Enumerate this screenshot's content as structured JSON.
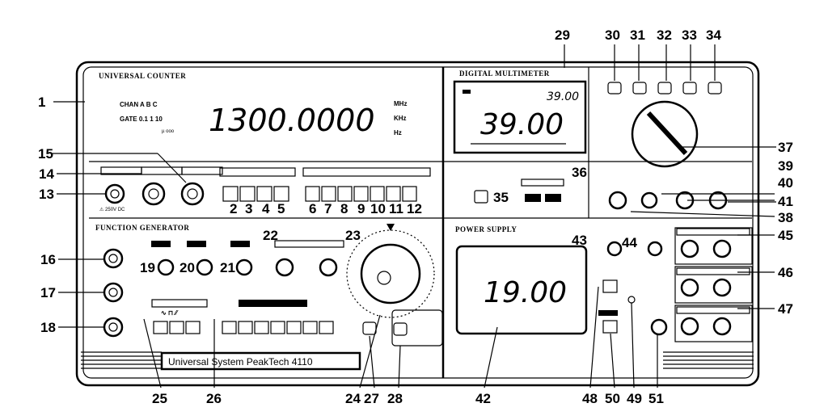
{
  "sections": {
    "counter": "UNIVERSAL COUNTER",
    "dmm": "DIGITAL MULTIMETER",
    "fgen": "FUNCTION GENERATOR",
    "psu": "POWER SUPPLY"
  },
  "counter_display": {
    "value": "1300.0000",
    "chan_label": "CHAN  A  B  C",
    "gate_label": "GATE  0.1  1  10",
    "units": [
      "MHz",
      "KHz",
      "Hz"
    ]
  },
  "dmm_display": {
    "main": "39.00",
    "sub": "39.00"
  },
  "psu_display": {
    "value": "19.00"
  },
  "brand_plate": "Universal System   PeakTech 4110",
  "callouts": [
    "1",
    "2",
    "3",
    "4",
    "5",
    "6",
    "7",
    "8",
    "9",
    "10",
    "11",
    "12",
    "13",
    "14",
    "15",
    "16",
    "17",
    "18",
    "19",
    "20",
    "21",
    "22",
    "23",
    "24",
    "25",
    "26",
    "27",
    "28",
    "29",
    "30",
    "31",
    "32",
    "33",
    "34",
    "35",
    "36",
    "37",
    "38",
    "39",
    "40",
    "41",
    "42",
    "43",
    "44",
    "45",
    "46",
    "47",
    "48",
    "49",
    "50",
    "51"
  ]
}
